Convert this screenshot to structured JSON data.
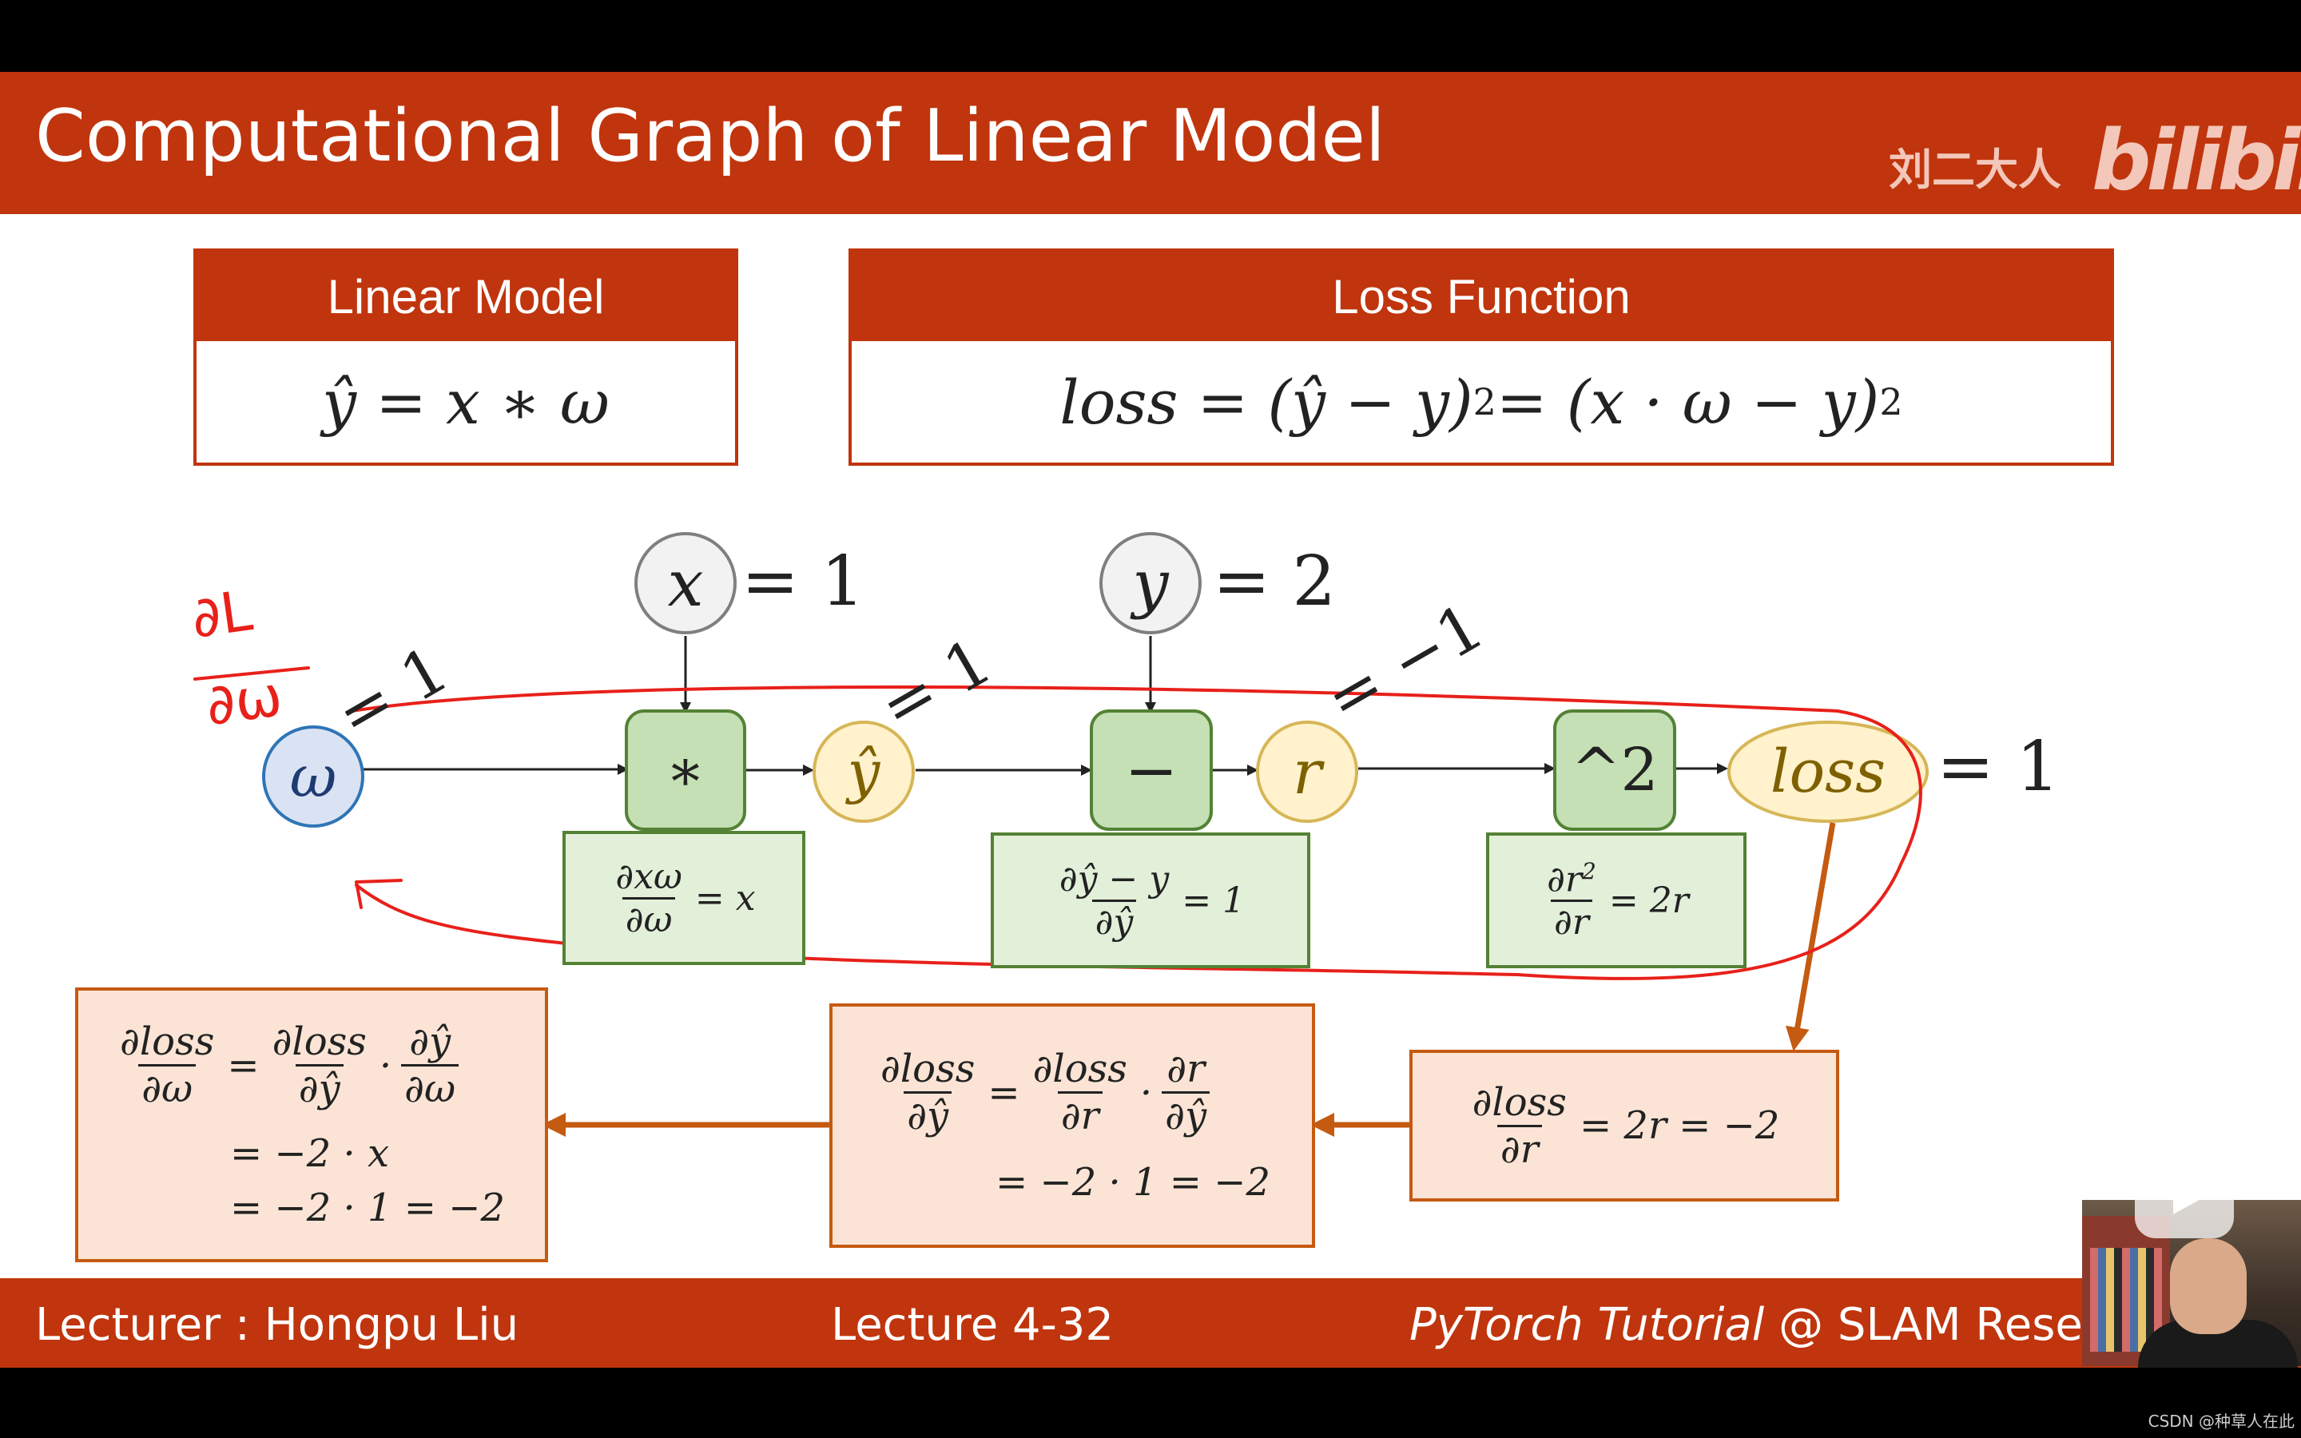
{
  "slide": {
    "title": "Computational Graph of Linear Model",
    "brand_cn": "刘二大人",
    "brand_logo": "bilibili"
  },
  "panels": {
    "linear_model": {
      "header": "Linear Model",
      "formula": "ŷ = x ∗ ω"
    },
    "loss_function": {
      "header": "Loss Function",
      "formula_left": "loss = (ŷ − y)",
      "formula_mid": "= (x · ω − y)",
      "exp": "2"
    }
  },
  "graph": {
    "inputs": {
      "x": {
        "symbol": "x",
        "value": "= 1"
      },
      "y": {
        "symbol": "y",
        "value": "= 2"
      }
    },
    "nodes": {
      "w": "ω",
      "mul": "∗",
      "yhat": "ŷ",
      "sub": "−",
      "r": "r",
      "sq": "^2",
      "loss": "loss",
      "loss_value": "= 1"
    },
    "edge_grads": {
      "w": "= 1",
      "yhat": "= 1",
      "r": "= −1"
    },
    "local_derivatives": {
      "mul": {
        "num": "∂xω",
        "den": "∂ω",
        "rhs": "= x"
      },
      "sub": {
        "num": "∂ŷ − y",
        "den": "∂ŷ",
        "rhs": "= 1"
      },
      "sq": {
        "num": "∂r",
        "num_sup": "2",
        "den": "∂r",
        "rhs": "= 2r"
      }
    },
    "annotation": {
      "num": "∂L",
      "den": "∂ω"
    }
  },
  "calculations": {
    "dloss_dr": {
      "num": "∂loss",
      "den": "∂r",
      "rhs": "= 2r = −2"
    },
    "dloss_dyhat": {
      "lhs_num": "∂loss",
      "lhs_den": "∂ŷ",
      "a_num": "∂loss",
      "a_den": "∂r",
      "b_num": "∂r",
      "b_den": "∂ŷ",
      "line2": "= −2 · 1 = −2"
    },
    "dloss_dw": {
      "lhs_num": "∂loss",
      "lhs_den": "∂ω",
      "a_num": "∂loss",
      "a_den": "∂ŷ",
      "b_num": "∂ŷ",
      "b_den": "∂ω",
      "line2": "= −2 · x",
      "line3": "= −2 · 1 = −2"
    }
  },
  "footer": {
    "lecturer": "Lecturer : Hongpu Liu",
    "lecture": "Lecture 4-32",
    "course_italic": "PyTorch Tutorial",
    "course_rest": " @ SLAM Resear"
  },
  "watermark": "CSDN @种草人在此",
  "colors": {
    "brand_red": "#c0350d",
    "green_fill": "#e2efd9",
    "green_border": "#548235",
    "orange_fill": "#fbe4d5",
    "orange_border": "#c55a11",
    "yellow_node": "#fff2cc",
    "blue_node": "#dae3f3",
    "gray_node": "#f2f2f2",
    "annotation_red": "#e8201a"
  }
}
